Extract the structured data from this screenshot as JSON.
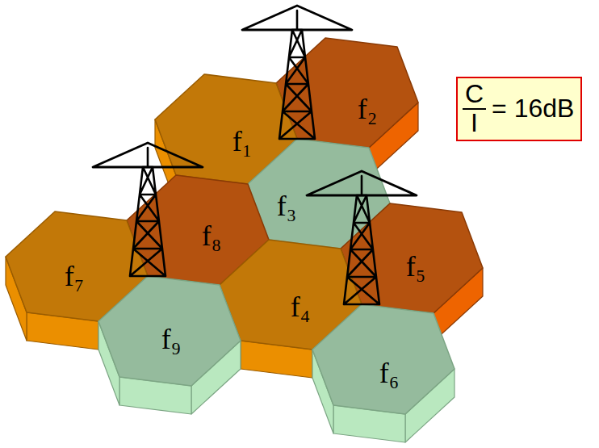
{
  "diagram": {
    "nodes": [
      {
        "text": [
          "f₁"
        ]
      },
      {
        "text": [
          "f₂"
        ]
      },
      {
        "text": [
          "f₃"
        ]
      },
      {
        "text": [
          "f₄"
        ]
      },
      {
        "text": [
          "f₅"
        ]
      },
      {
        "text": [
          "f₆"
        ]
      },
      {
        "text": [
          "f₇"
        ]
      },
      {
        "text": [
          "f₈"
        ]
      },
      {
        "text": [
          "f₉"
        ]
      },
      {
        "text": [
          "C",
          "I",
          "= 16dB"
        ]
      }
    ]
  }
}
